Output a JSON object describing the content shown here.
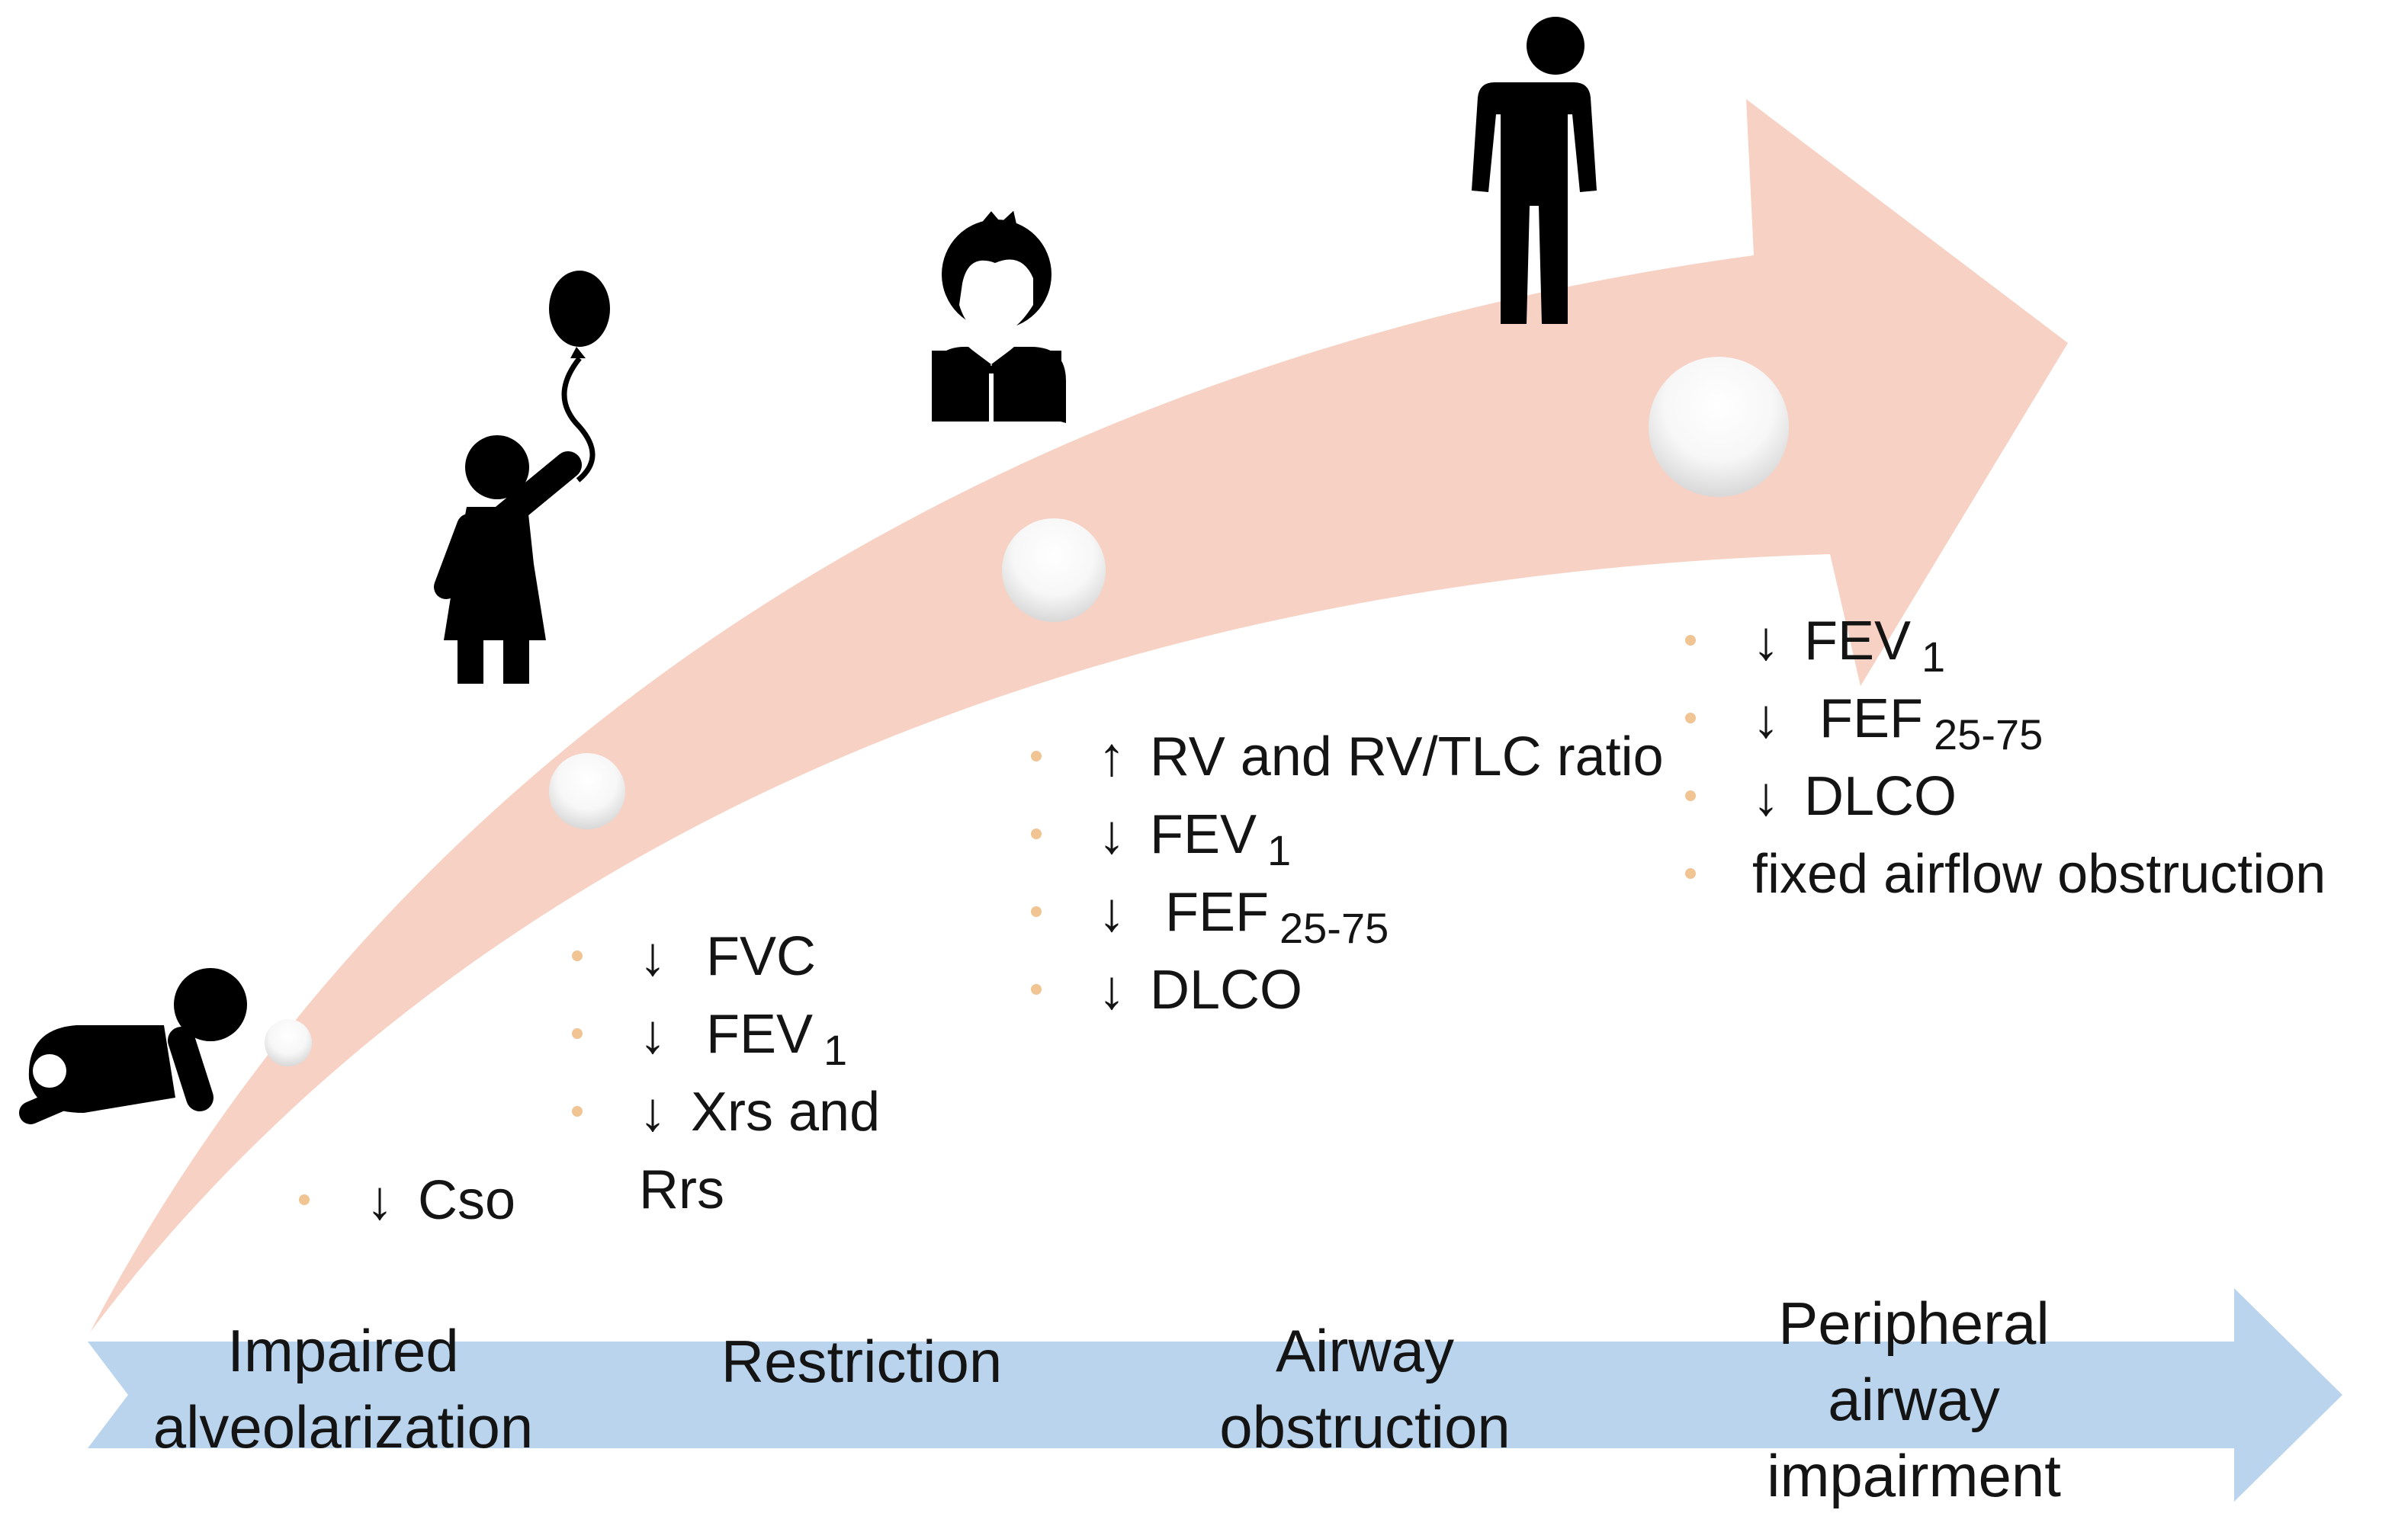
{
  "colors": {
    "growth_arrow": "#f7d2c4",
    "timeline_arrow": "#b9d4ec",
    "figure": "#000000",
    "bullet": "#f0c493",
    "node": "#ffffff"
  },
  "icons": {
    "stage1": "crawling-infant-icon",
    "stage2": "girl-with-balloon-icon",
    "stage3": "boy-bowtie-icon",
    "stage4": "adult-man-icon"
  },
  "timeline_stages": [
    {
      "lines": [
        "Impaired",
        "alveolarization"
      ]
    },
    {
      "lines": [
        "Restriction"
      ]
    },
    {
      "lines": [
        "Airway",
        "obstruction"
      ]
    },
    {
      "lines": [
        "Peripheral",
        "airway",
        "impairment"
      ]
    }
  ],
  "findings": [
    {
      "items": [
        {
          "arrow": "↓",
          "text": "Cso",
          "sub": ""
        }
      ]
    },
    {
      "items": [
        {
          "arrow": "↓",
          "text": " FVC",
          "sub": ""
        },
        {
          "arrow": "↓",
          "text": " FEV",
          "sub": "1"
        },
        {
          "arrow": "↓",
          "text": "Xrs and",
          "sub": ""
        },
        {
          "arrow": "",
          "text": "Rrs",
          "sub": ""
        }
      ]
    },
    {
      "items": [
        {
          "arrow": "↑",
          "text": "RV and RV/TLC ratio",
          "sub": ""
        },
        {
          "arrow": "↓",
          "text": "FEV",
          "sub": "1"
        },
        {
          "arrow": "↓",
          "text": " FEF",
          "sub": "25-75"
        },
        {
          "arrow": "↓",
          "text": "DLCO",
          "sub": ""
        }
      ]
    },
    {
      "items": [
        {
          "arrow": "↓",
          "text": "FEV",
          "sub": "1"
        },
        {
          "arrow": "↓",
          "text": " FEF",
          "sub": "25-75"
        },
        {
          "arrow": "↓",
          "text": "DLCO",
          "sub": ""
        },
        {
          "arrow": "",
          "text": "fixed airflow obstruction",
          "sub": ""
        }
      ]
    }
  ]
}
